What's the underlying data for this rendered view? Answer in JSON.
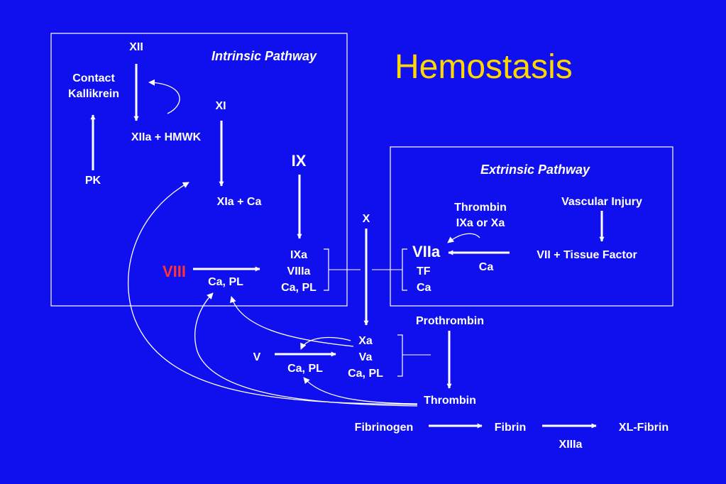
{
  "title": "Hemostasis",
  "intrinsic": {
    "label": "Intrinsic Pathway",
    "xii": "XII",
    "contact_line1": "Contact",
    "contact_line2": "Kallikrein",
    "xiia_hmwk": "XIIa + HMWK",
    "pk": "PK",
    "xi": "XI",
    "xia_ca": "XIa + Ca",
    "ix": "IX",
    "viii": "VIII",
    "ca_pl": "Ca, PL",
    "complex": [
      "IXa",
      "VIIIa",
      "Ca, PL"
    ]
  },
  "extrinsic": {
    "label": "Extrinsic Pathway",
    "vascular_injury": "Vascular Injury",
    "thrombin_line1": "Thrombin",
    "thrombin_line2": "IXa or Xa",
    "vii_tf": "VII + Tissue Factor",
    "ca": "Ca",
    "complex": [
      "VIIa",
      "TF",
      "Ca"
    ]
  },
  "common": {
    "x": "X",
    "v": "V",
    "ca_pl": "Ca, PL",
    "complex": [
      "Xa",
      "Va",
      "Ca, PL"
    ],
    "prothrombin": "Prothrombin",
    "thrombin": "Thrombin",
    "fibrinogen": "Fibrinogen",
    "fibrin": "Fibrin",
    "xl_fibrin": "XL-Fibrin",
    "xiiia": "XIIIa"
  },
  "colors": {
    "background": "#1010ee",
    "title": "#ffd700",
    "text": "#ffffff",
    "highlight": "#ff3333"
  }
}
